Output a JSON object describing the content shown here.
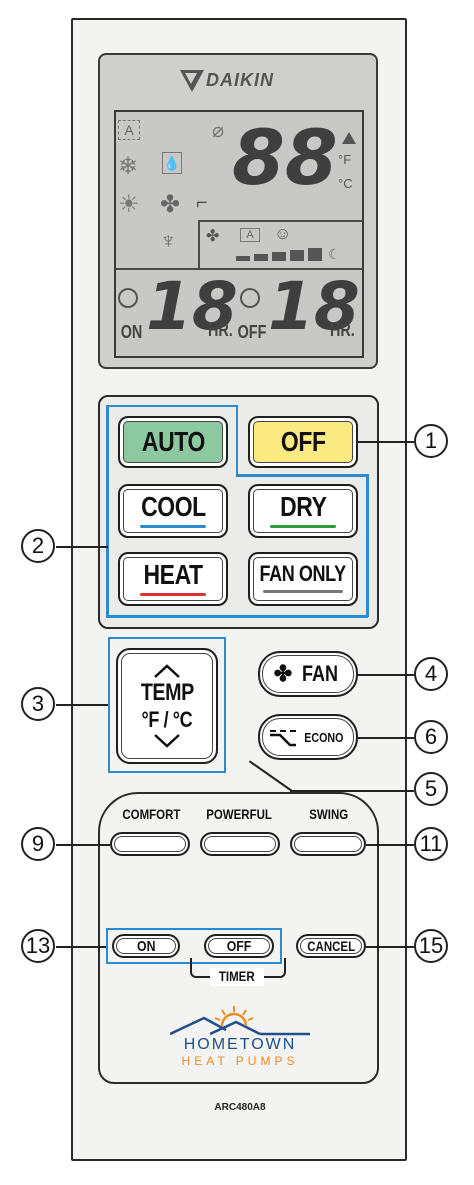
{
  "brand": "DAIKIN",
  "lcd": {
    "digits_main": "88",
    "unit_f": "°F",
    "unit_c": "°C",
    "on_label": "ON",
    "on_digits": "18",
    "hr1": "HR.",
    "off_label": "OFF",
    "off_digits": "18",
    "hr2": "HR."
  },
  "modes": {
    "auto": "AUTO",
    "off": "OFF",
    "cool": "COOL",
    "dry": "DRY",
    "heat": "HEAT",
    "fan_only": "FAN ONLY"
  },
  "temp": {
    "line1": "TEMP",
    "line2": "°F / °C"
  },
  "fan": "FAN",
  "econo": "ECONO",
  "comfort": "COMFORT",
  "powerful": "POWERFUL",
  "swing": "SWING",
  "timer": {
    "on": "ON",
    "off": "OFF",
    "label": "TIMER",
    "cancel": "CANCEL"
  },
  "logo": {
    "line1": "HOMETOWN",
    "line2": "HEAT PUMPS"
  },
  "model": "ARC480A8",
  "callouts": {
    "c1": "1",
    "c2": "2",
    "c3": "3",
    "c4": "4",
    "c5": "5",
    "c6": "6",
    "c9": "9",
    "c11": "11",
    "c13": "13",
    "c15": "15"
  },
  "colors": {
    "auto_bg": "#8cc9a0",
    "off_bg": "#fbe982",
    "blue": "#2b8bd0",
    "cool_line": "#2b8bd0",
    "dry_line": "#2e9a3a",
    "heat_line": "#d9342b",
    "fan_line": "#777777",
    "logo_blue": "#1f4e8c",
    "logo_orange": "#f08a24"
  }
}
